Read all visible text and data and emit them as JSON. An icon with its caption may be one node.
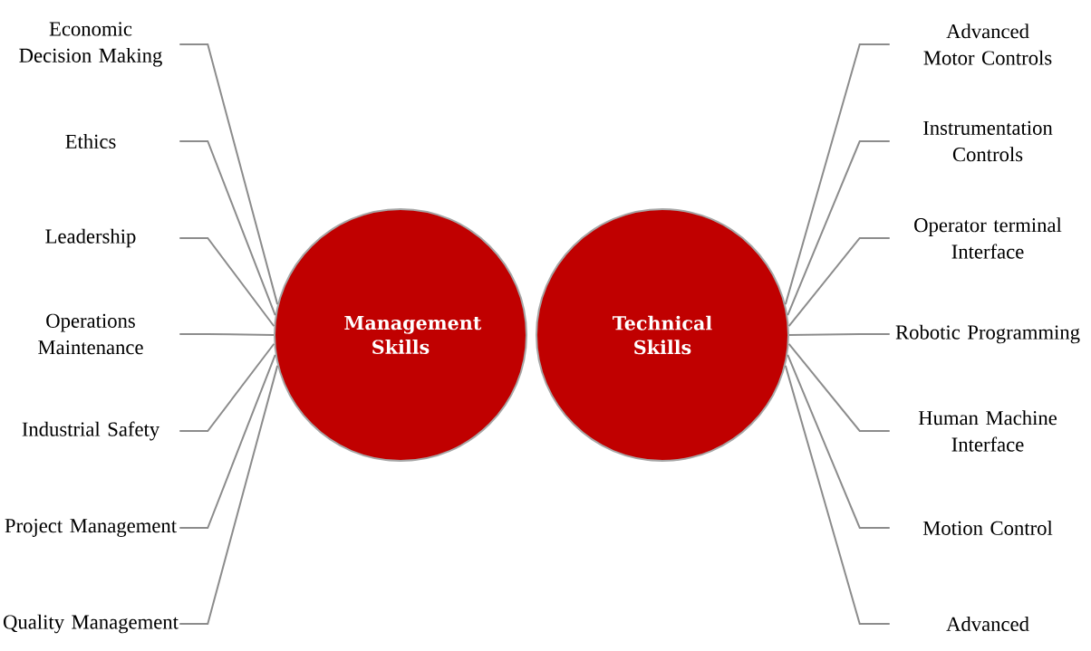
{
  "diagram": {
    "nodes": [
      {
        "text": [
          "Management Skills"
        ]
      },
      {
        "text": [
          "Economic Decision Making"
        ]
      },
      {
        "text": [
          "Ethics"
        ]
      },
      {
        "text": [
          "Leadership"
        ]
      },
      {
        "text": [
          "Operations Maintenance"
        ]
      },
      {
        "text": [
          "Industrial Safety"
        ]
      },
      {
        "text": [
          "Project Management"
        ]
      },
      {
        "text": [
          "Quality Management"
        ]
      },
      {
        "text": [
          "Technical Skills"
        ]
      },
      {
        "text": [
          "Advanced Motor Controls"
        ]
      },
      {
        "text": [
          "Instrumentation Controls"
        ]
      },
      {
        "text": [
          "Operator terminal Interface"
        ]
      },
      {
        "text": [
          "Robotic Programming"
        ]
      },
      {
        "text": [
          "Human Machine Interface"
        ]
      },
      {
        "text": [
          "Motion Control"
        ]
      },
      {
        "text": [
          "Advanced"
        ]
      }
    ],
    "edges": [
      {
        "from": 1,
        "to": 0,
        "arrow": "none"
      },
      {
        "from": 2,
        "to": 0,
        "arrow": "none"
      },
      {
        "from": 3,
        "to": 0,
        "arrow": "none"
      },
      {
        "from": 4,
        "to": 0,
        "arrow": "none"
      },
      {
        "from": 5,
        "to": 0,
        "arrow": "none"
      },
      {
        "from": 6,
        "to": 0,
        "arrow": "none"
      },
      {
        "from": 7,
        "to": 0,
        "arrow": "none"
      },
      {
        "from": 9,
        "to": 8,
        "arrow": "none"
      },
      {
        "from": 10,
        "to": 8,
        "arrow": "none"
      },
      {
        "from": 11,
        "to": 8,
        "arrow": "none"
      },
      {
        "from": 12,
        "to": 8,
        "arrow": "none"
      },
      {
        "from": 13,
        "to": 8,
        "arrow": "none"
      },
      {
        "from": 14,
        "to": 8,
        "arrow": "none"
      },
      {
        "from": 15,
        "to": 8,
        "arrow": "none"
      }
    ]
  }
}
